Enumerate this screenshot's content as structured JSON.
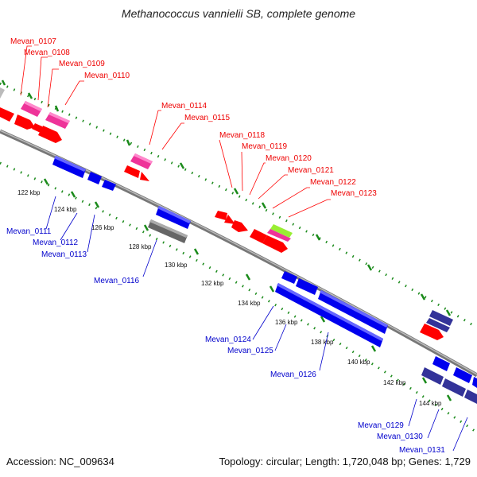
{
  "title": "Methanococcus vannielii SB, complete genome",
  "accession": "Accession: NC_009634",
  "topology": "Topology: circular; Length: 1,720,048 bp; Genes: 1,729",
  "colors": {
    "red": "#ff0000",
    "pink": "#ee3399",
    "blue": "#0000ee",
    "navy": "#333399",
    "gray": "#666666",
    "lime": "#99ee33",
    "green_tick": "#008000",
    "backbone": "#888888"
  },
  "kbp_ticks": [
    {
      "label": "122 kbp"
    },
    {
      "label": "124 kbp"
    },
    {
      "label": "126 kbp"
    },
    {
      "label": "128 kbp"
    },
    {
      "label": "130 kbp"
    },
    {
      "label": "132 kbp"
    },
    {
      "label": "134 kbp"
    },
    {
      "label": "136 kbp"
    },
    {
      "label": "138 kbp"
    },
    {
      "label": "140 kbp"
    },
    {
      "label": "142 kbp"
    },
    {
      "label": "144 kbp"
    }
  ],
  "genes_top": [
    {
      "label": "Mevan_0107"
    },
    {
      "label": "Mevan_0108"
    },
    {
      "label": "Mevan_0109"
    },
    {
      "label": "Mevan_0110"
    },
    {
      "label": "Mevan_0114"
    },
    {
      "label": "Mevan_0115"
    },
    {
      "label": "Mevan_0118"
    },
    {
      "label": "Mevan_0119"
    },
    {
      "label": "Mevan_0120"
    },
    {
      "label": "Mevan_0121"
    },
    {
      "label": "Mevan_0122"
    },
    {
      "label": "Mevan_0123"
    }
  ],
  "genes_bottom": [
    {
      "label": "Mevan_0111"
    },
    {
      "label": "Mevan_0112"
    },
    {
      "label": "Mevan_0113"
    },
    {
      "label": "Mevan_0116"
    },
    {
      "label": "Mevan_0124"
    },
    {
      "label": "Mevan_0125"
    },
    {
      "label": "Mevan_0126"
    },
    {
      "label": "Mevan_0129"
    },
    {
      "label": "Mevan_0130"
    },
    {
      "label": "Mevan_0131"
    }
  ]
}
